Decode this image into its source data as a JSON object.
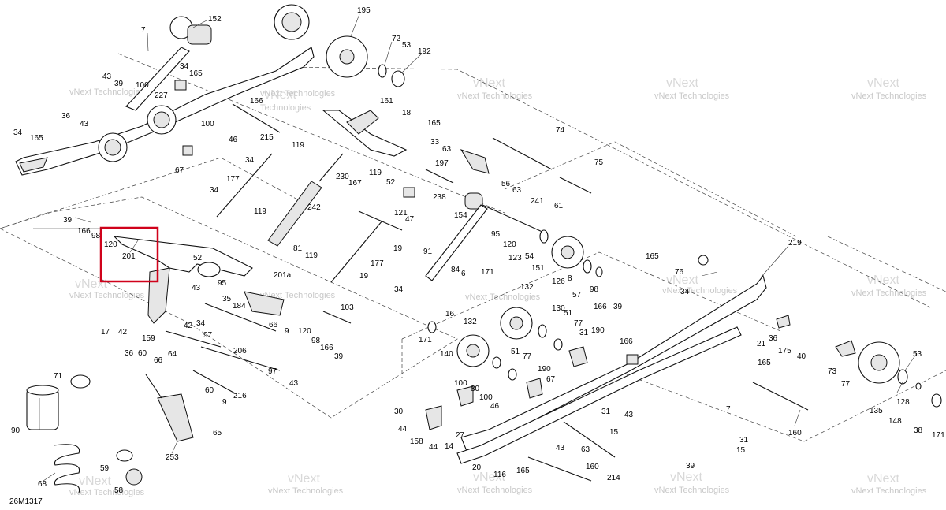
{
  "diagram_code": "26M1317",
  "watermark": {
    "line1": "vNext",
    "line2": "Technologies",
    "full": "vNext Technologies"
  },
  "highlight_color": "#d0021b",
  "labels": {
    "l7": "7",
    "l152": "152",
    "l195": "195",
    "l72": "72",
    "l53": "53",
    "l192": "192",
    "l34a": "34",
    "l165a": "165",
    "l100a": "100",
    "l43a": "43",
    "l39a": "39",
    "l227": "227",
    "l166a": "166",
    "l36a": "36",
    "l43b": "43",
    "l100b": "100",
    "l34b": "34",
    "l165b": "165",
    "l46a": "46",
    "l215": "215",
    "l67a": "67",
    "l161": "161",
    "l18": "18",
    "l165c": "165",
    "l119a": "119",
    "l33": "33",
    "l63a": "63",
    "l74": "74",
    "l75": "75",
    "l34c": "34",
    "l230": "230",
    "l167": "167",
    "l119b": "119",
    "l52a": "52",
    "l197": "197",
    "l56": "56",
    "l63b": "63",
    "l238": "238",
    "l241": "241",
    "l61": "61",
    "l177a": "177",
    "l34d": "34",
    "l242": "242",
    "l121": "121",
    "l47": "47",
    "l154": "154",
    "l119c": "119",
    "l95a": "95",
    "l39b": "39",
    "l166b": "166",
    "l98a": "98",
    "l120a": "120",
    "l201": "201",
    "l52b": "52",
    "l81": "81",
    "l119d": "119",
    "l177b": "177",
    "l19a": "19",
    "l120b": "120",
    "l123": "123",
    "l54": "54",
    "l219": "219",
    "l165d": "165",
    "l76": "76",
    "l91": "91",
    "l84": "84",
    "l6": "6",
    "l171a": "171",
    "l151": "151",
    "l126": "126",
    "l8": "8",
    "l201a": "201a",
    "l95b": "95",
    "l35": "35",
    "l184": "184",
    "l43c": "43",
    "l19b": "19",
    "l103": "103",
    "l34e": "34",
    "l132a": "132",
    "l57": "57",
    "l98b": "98",
    "l166c": "166",
    "l39c": "39",
    "l34f": "34",
    "l17": "17",
    "l42a": "42",
    "l42b": "42",
    "l34g": "34",
    "l97a": "97",
    "l66a": "66",
    "l9a": "9",
    "l120c": "120",
    "l16": "16",
    "l130": "130",
    "l51a": "51",
    "l171b": "171",
    "l132b": "132",
    "l77a": "77",
    "l31a": "31",
    "l190a": "190",
    "l166d": "166",
    "l21": "21",
    "l36b": "36",
    "l175": "175",
    "l40": "40",
    "l159": "159",
    "l64": "64",
    "l206": "206",
    "l98c": "98",
    "l166e": "166",
    "l39d": "39",
    "l140": "140",
    "l51b": "51",
    "l77b": "77",
    "l73": "73",
    "l77c": "77",
    "l53b": "53",
    "l71": "71",
    "l36c": "36",
    "l60a": "60",
    "l66b": "66",
    "l97b": "97",
    "l43d": "43",
    "l190b": "190",
    "l67b": "67",
    "l165e": "165",
    "l171c": "171",
    "l100c": "100",
    "l80": "80",
    "l100d": "100",
    "l46b": "46",
    "l128": "128",
    "l60b": "60",
    "l9b": "9",
    "l216": "216",
    "l90": "90",
    "l30": "30",
    "l44a": "44",
    "l158": "158",
    "l44b": "44",
    "l27": "27",
    "l14": "14",
    "l31b": "31",
    "l15a": "15",
    "l43e": "43",
    "l7b": "7",
    "l135": "135",
    "l148": "148",
    "l38": "38",
    "l160a": "160",
    "l31c": "31",
    "l15b": "15",
    "l65a": "65",
    "l253": "253",
    "l68": "68",
    "l43f": "43",
    "l63c": "63",
    "l20": "20",
    "l116": "116",
    "l165f": "165",
    "l160b": "160",
    "l214": "214",
    "l39e": "39",
    "l59": "59",
    "l58": "58"
  }
}
